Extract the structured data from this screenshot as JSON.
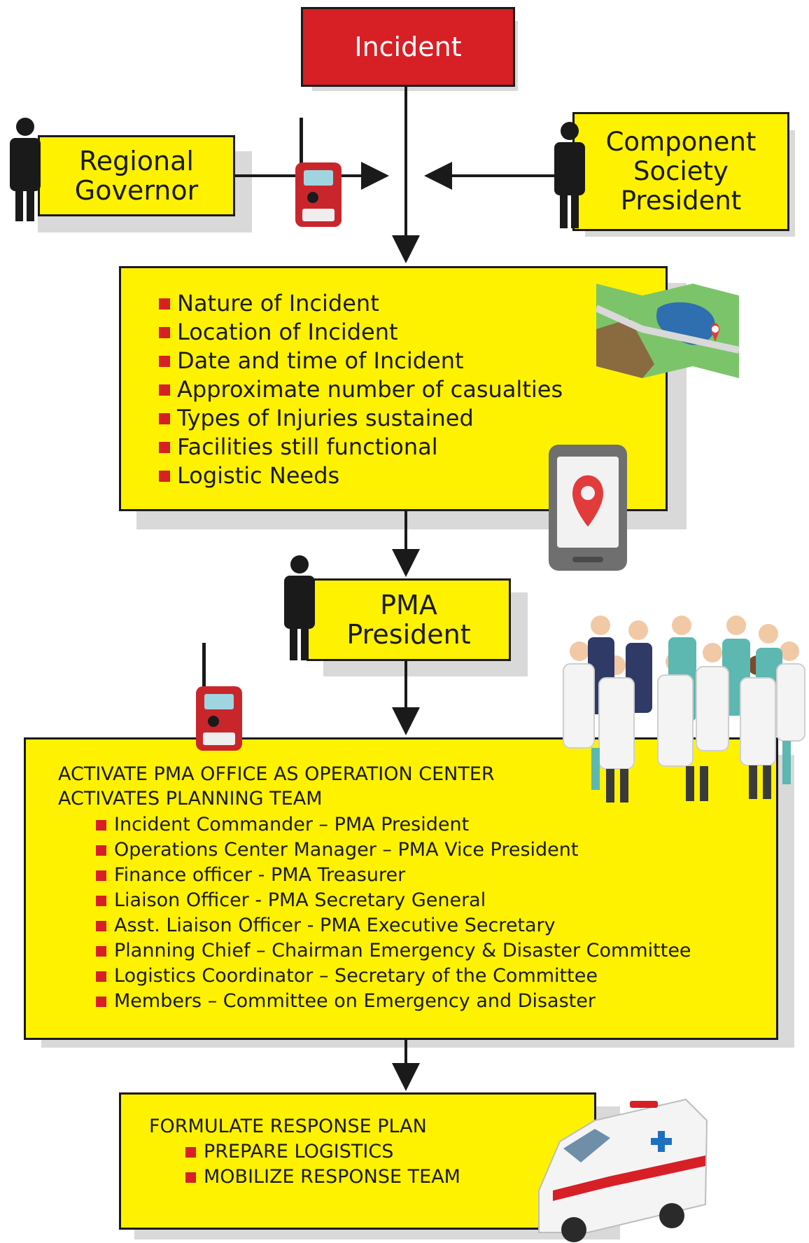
{
  "incident": {
    "label": "Incident"
  },
  "regional_governor": {
    "label": "Regional Governor"
  },
  "component_president": {
    "label": "Component Society President"
  },
  "report_items": [
    "Nature of Incident",
    "Location of Incident",
    "Date and time of Incident",
    "Approximate number of casualties",
    "Types of Injuries sustained",
    "Facilities still functional",
    "Logistic Needs"
  ],
  "pma_president": {
    "label": "PMA President"
  },
  "operations": {
    "line1": "ACTIVATE PMA OFFICE AS OPERATION CENTER",
    "line2": "ACTIVATES PLANNING TEAM",
    "roles": [
      "Incident Commander –  PMA President",
      "Operations Center Manager – PMA Vice President",
      "Finance officer - PMA Treasurer",
      "Liaison Officer - PMA Secretary General",
      "Asst. Liaison Officer - PMA Executive Secretary",
      "Planning Chief – Chairman Emergency & Disaster Committee",
      "Logistics Coordinator – Secretary of the Committee",
      "Members – Committee on Emergency and Disaster"
    ]
  },
  "response": {
    "title": "FORMULATE RESPONSE PLAN",
    "items": [
      "PREPARE LOGISTICS",
      "MOBILIZE RESPONSE TEAM"
    ]
  },
  "colors": {
    "yellow": "#fff200",
    "red": "#d71f26",
    "border": "#1a1a1a",
    "shadow": "#d9d9d9"
  },
  "icons": [
    "person-icon",
    "radio-icon",
    "map-icon",
    "phone-pin-icon",
    "medical-team-icon",
    "ambulance-icon"
  ]
}
